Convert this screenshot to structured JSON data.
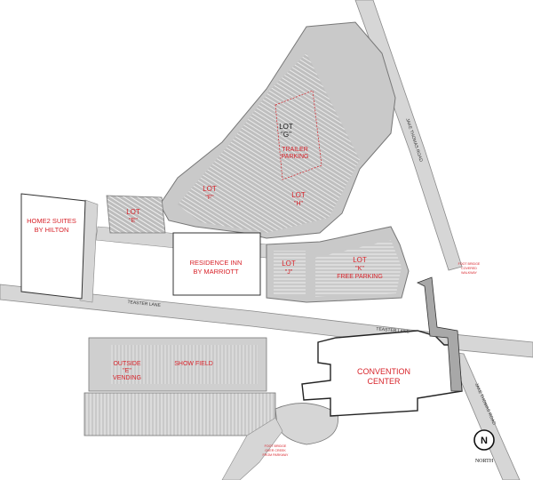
{
  "colors": {
    "paved": "#c9c9c9",
    "paved_edge": "#8a8a8a",
    "road_dark": "#9a9a9a",
    "label_red": "#d8232a",
    "stripe": "#ffffff",
    "bay_fill": "#a8a8a8",
    "building": "#ffffff"
  },
  "lots": {
    "g": {
      "line1": "LOT",
      "line2": "\"G\""
    },
    "trailer": {
      "line1": "TRAILER",
      "line2": "PARKING"
    },
    "f": {
      "line1": "LOT",
      "line2": "\"F\""
    },
    "h": {
      "line1": "LOT",
      "line2": "\"H\""
    },
    "e": {
      "line1": "LOT",
      "line2": "\"E\""
    },
    "j": {
      "line1": "LOT",
      "line2": "\"J\""
    },
    "k": {
      "line1": "LOT",
      "line2": "\"K\"",
      "line3": "FREE PARKING"
    },
    "outside_e": {
      "line1": "OUTSIDE",
      "line2": "\"E\"",
      "line3": "VENDING"
    }
  },
  "buildings": {
    "home2": {
      "line1": "HOME2 SUITES",
      "line2": "BY HILTON"
    },
    "residence": {
      "line1": "RESIDENCE INN",
      "line2": "BY MARRIOTT"
    },
    "convention": {
      "line1": "CONVENTION",
      "line2": "CENTER"
    }
  },
  "show_field": "SHOW FIELD",
  "roads": {
    "teaster_west": "TEASTER LANE",
    "teaster_east": "TEASTER LANE",
    "jake_thomas_north": "JAKE THOMAS ROAD",
    "jake_thomas_south": "JAKE THOMAS ROAD"
  },
  "notes": {
    "foot_bridge_east": {
      "line1": "FOOT BRIDGE",
      "line2": "COVERED",
      "line3": "WALKWAY"
    },
    "foot_bridge_south": {
      "line1": "FOOT BRIDGE",
      "line2": "OVER CREEK",
      "line3": "FROM PARKWAY"
    }
  },
  "compass": {
    "letter": "N",
    "label": "NORTH"
  }
}
